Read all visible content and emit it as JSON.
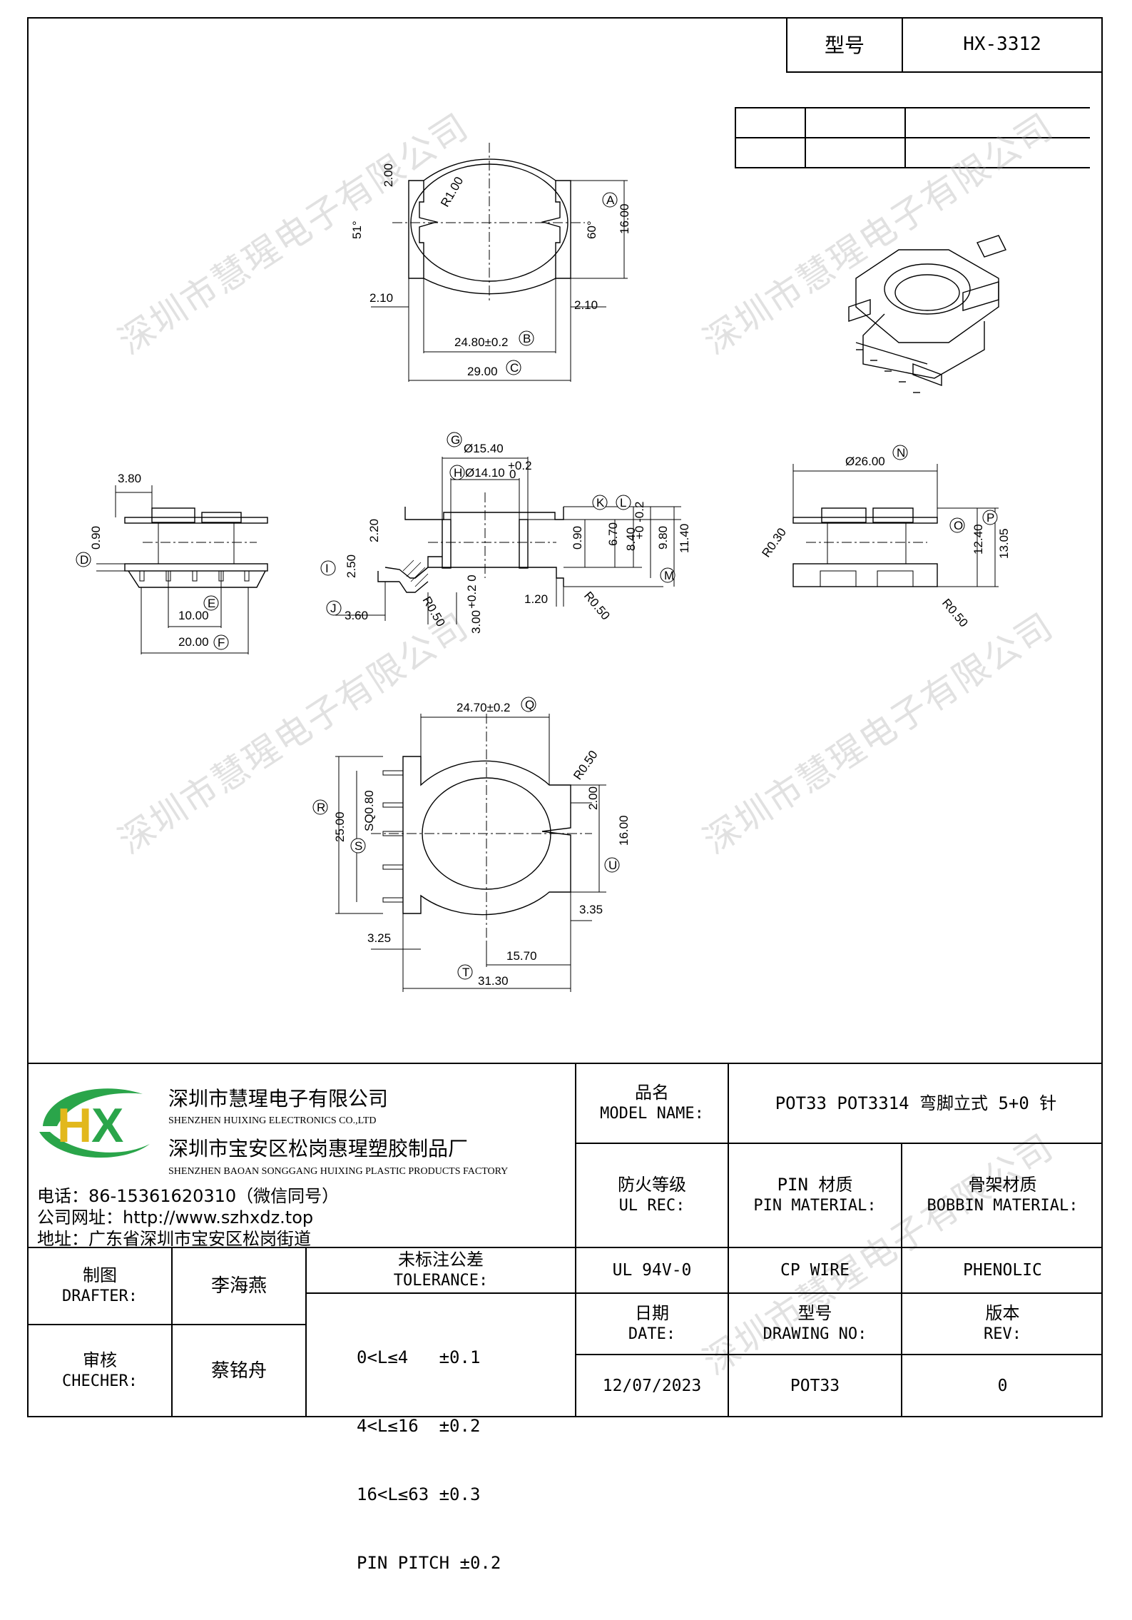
{
  "header": {
    "model_label": "型号",
    "model_value": "HX-3312"
  },
  "watermark": "深圳市慧瑆电子有限公司",
  "top_view": {
    "dims": [
      "2.00",
      "R1.00",
      "51°",
      "60°",
      "16.00",
      "2.10",
      "2.10",
      "24.80±0.2",
      "29.00"
    ],
    "bubbles": [
      "A",
      "B",
      "C"
    ]
  },
  "side_view_left": {
    "dims": [
      "3.80",
      "0.90",
      "10.00",
      "20.00"
    ],
    "bubbles": [
      "D",
      "E",
      "F"
    ]
  },
  "section_view": {
    "dims": [
      "Ø15.40",
      "Ø14.10",
      "+0.2",
      "0",
      "2.20",
      "0.90",
      "6.70",
      "8.40",
      "+0",
      "-0.2",
      "9.80",
      "11.40",
      "2.50",
      "3.60",
      "R0.50",
      "3.00",
      "+0.2",
      "0",
      "1.20",
      "R0.50"
    ],
    "bubbles": [
      "G",
      "H",
      "K",
      "L",
      "I",
      "J",
      "M"
    ]
  },
  "side_view_right": {
    "dims": [
      "Ø26.00",
      "R0.30",
      "12.40",
      "13.05",
      "R0.50"
    ],
    "bubbles": [
      "N",
      "O",
      "P"
    ]
  },
  "bottom_view": {
    "dims": [
      "24.70±0.2",
      "R0.50",
      "25.00",
      "SQ0.80",
      "2.00",
      "16.00",
      "3.35",
      "3.25",
      "15.70",
      "31.30"
    ],
    "bubbles": [
      "Q",
      "R",
      "S",
      "U",
      "T"
    ]
  },
  "title_block": {
    "company_cn": "深圳市慧瑆电子有限公司",
    "company_en": "SHENZHEN HUIXING ELECTRONICS CO.,LTD",
    "factory_cn": "深圳市宝安区松岗惠瑆塑胶制品厂",
    "factory_en": "SHENZHEN BAOAN SONGGANG HUIXING PLASTIC PRODUCTS FACTORY",
    "phone": "电话：86-15361620310（微信同号）",
    "website": "公司网址：http://www.szhxdz.top",
    "address": "地址：广东省深圳市宝安区松岗街道",
    "logo_text": "HX",
    "model_name_cn": "品名",
    "model_name_en": "MODEL NAME:",
    "model_name_value": "POT33 POT3314 弯脚立式 5+0 针",
    "ul_cn": "防火等级",
    "ul_en": "UL REC:",
    "pin_cn": "PIN 材质",
    "pin_en": "PIN MATERIAL:",
    "bobbin_cn": "骨架材质",
    "bobbin_en": "BOBBIN MATERIAL:",
    "ul_value": "UL 94V-0",
    "pin_value": "CP WIRE",
    "bobbin_value": "PHENOLIC",
    "drafter_cn": "制图",
    "drafter_en": "DRAFTER:",
    "drafter_name": "李海燕",
    "checker_cn": "审核",
    "checker_en": "CHECHER:",
    "checker_name": "蔡铭舟",
    "tolerance_cn": "未标注公差",
    "tolerance_en": "TOLERANCE:",
    "tolerance_rows": [
      "0<L≤4   ±0.1",
      "4<L≤16  ±0.2",
      "16<L≤63 ±0.3",
      "PIN PITCH ±0.2"
    ],
    "date_cn": "日期",
    "date_en": "DATE:",
    "date_value": "12/07/2023",
    "drawing_cn": "型号",
    "drawing_en": "DRAWING NO:",
    "drawing_value": "POT33",
    "rev_cn": "版本",
    "rev_en": "REV:",
    "rev_value": "0"
  }
}
